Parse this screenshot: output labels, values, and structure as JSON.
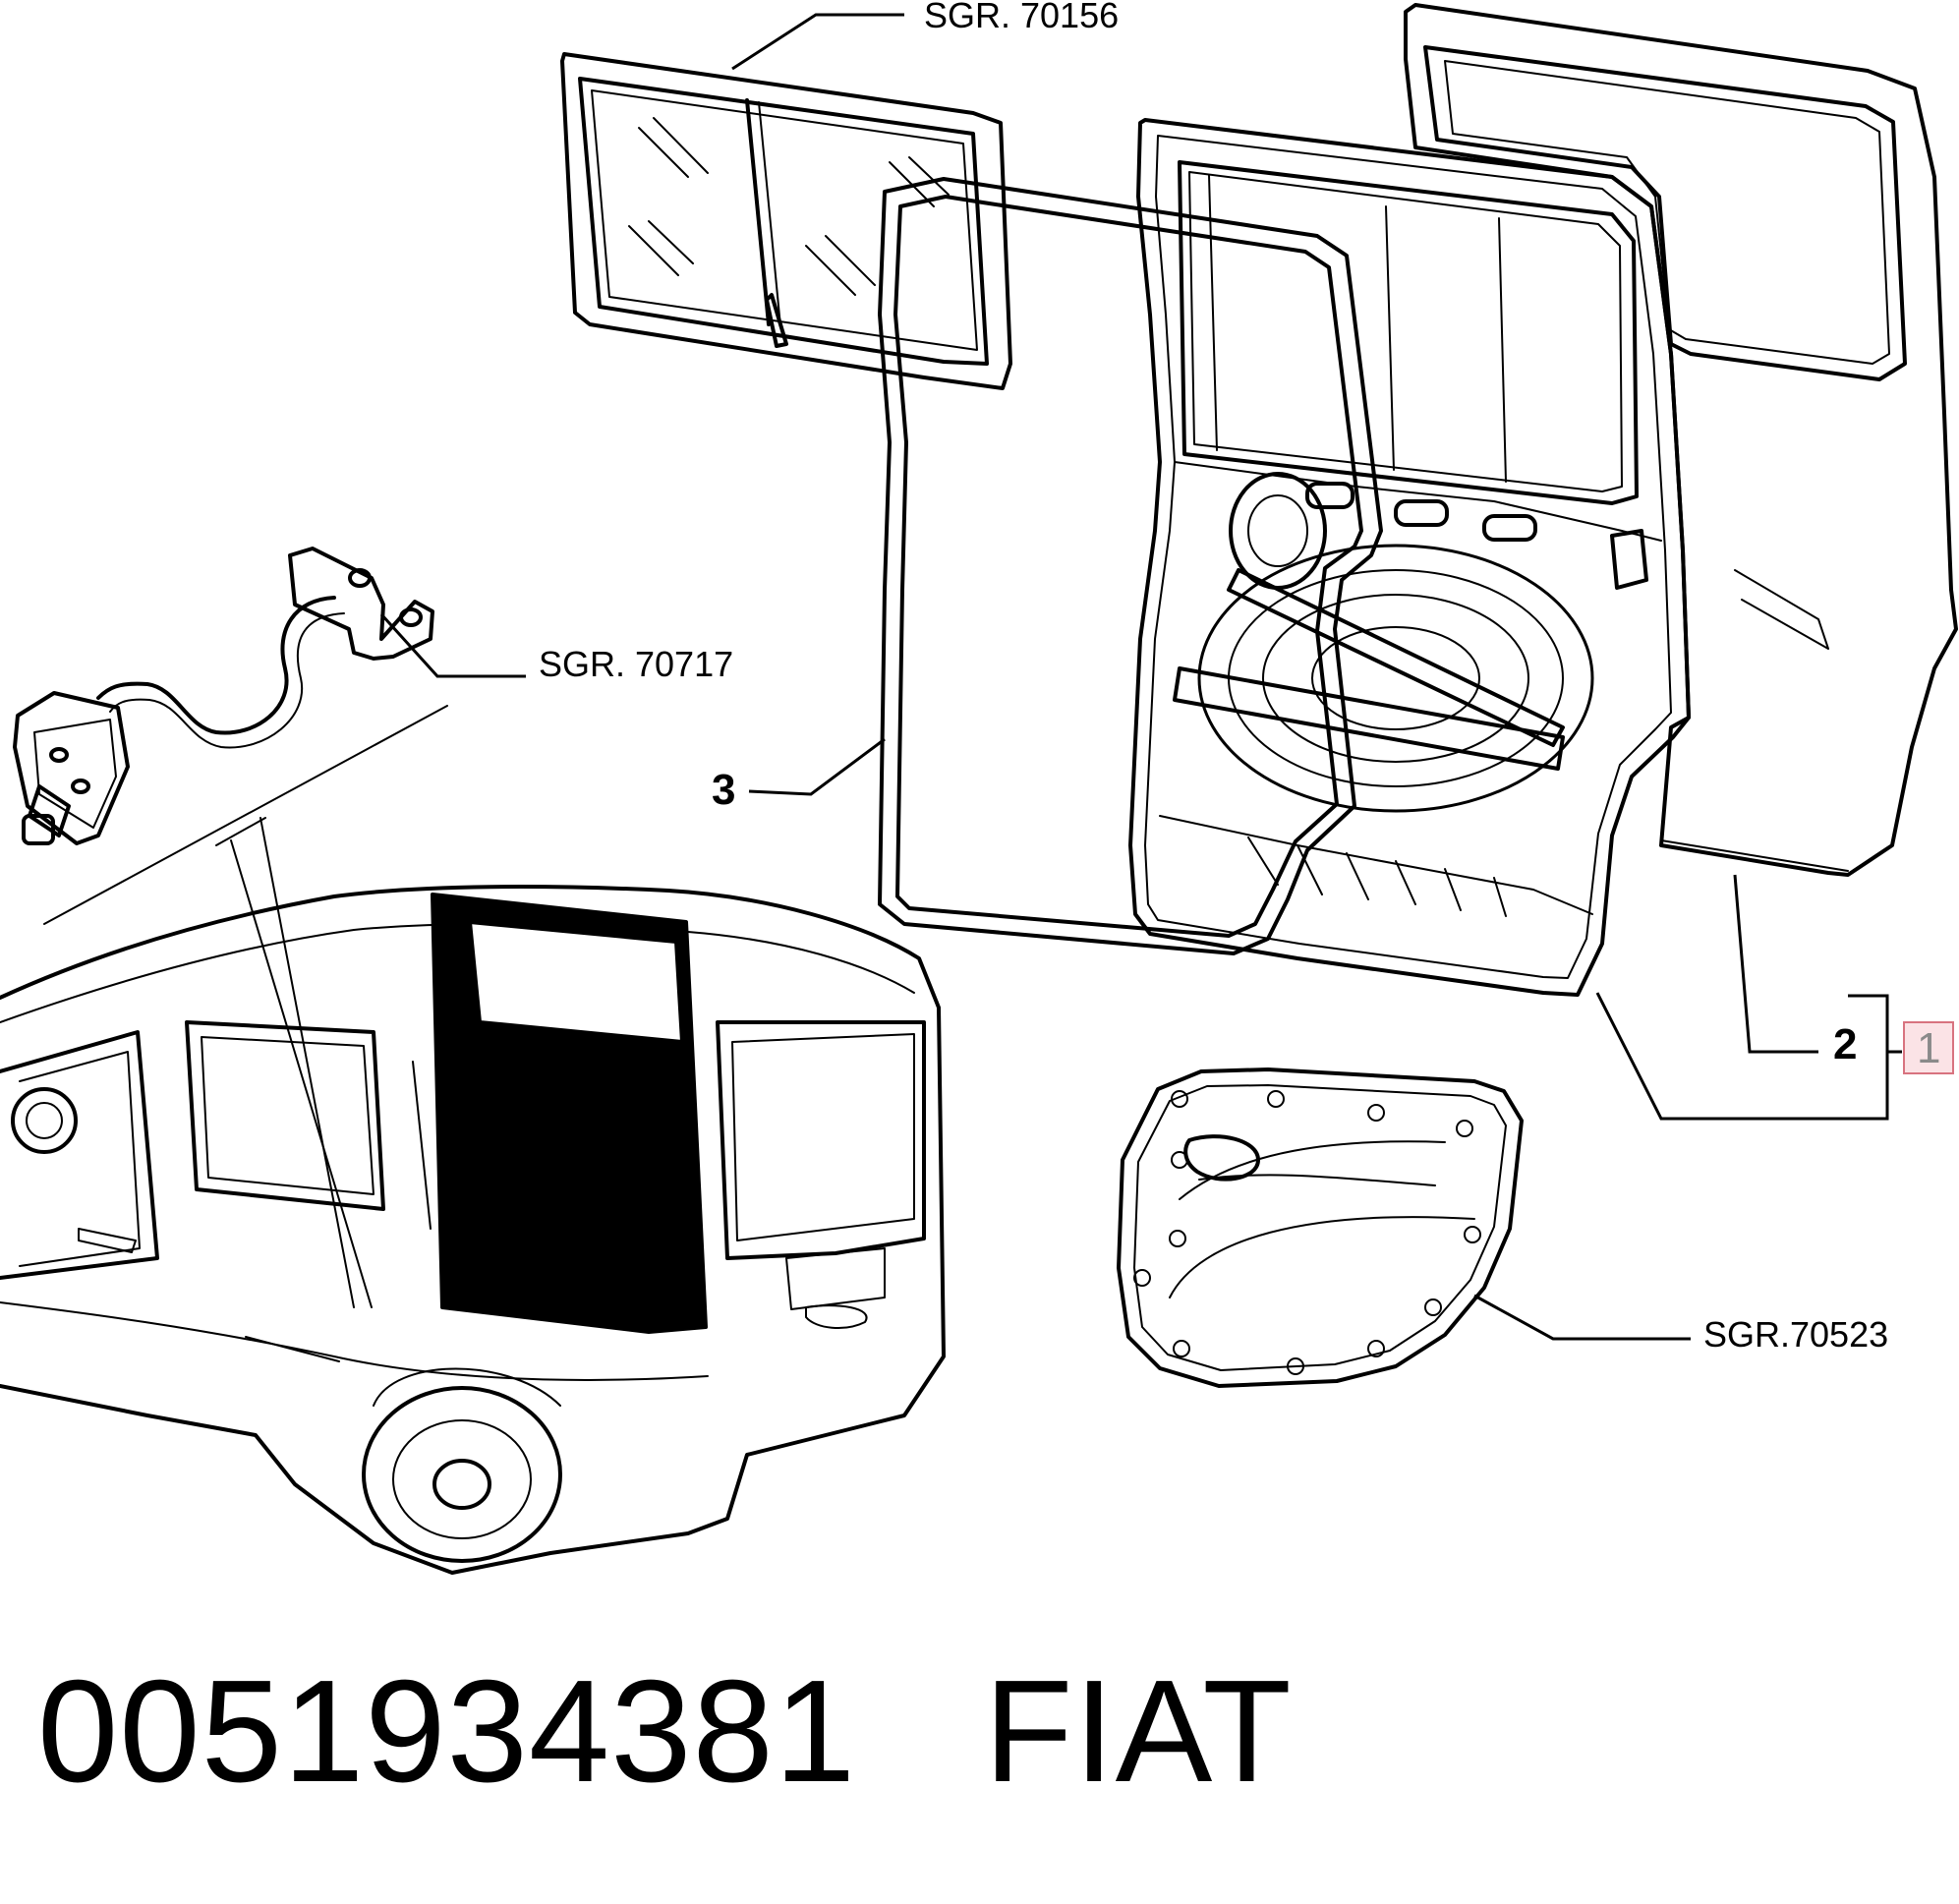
{
  "callouts": {
    "glass_group": "SGR. 70156",
    "check_strap_group": "SGR. 70717",
    "trim_panel_group": "SGR.70523",
    "item_3": "3",
    "item_2": "2",
    "item_1": "1"
  },
  "highlight_color": "#d8737f",
  "footer": {
    "part_number": "0051934381",
    "brand": "FIAT"
  }
}
